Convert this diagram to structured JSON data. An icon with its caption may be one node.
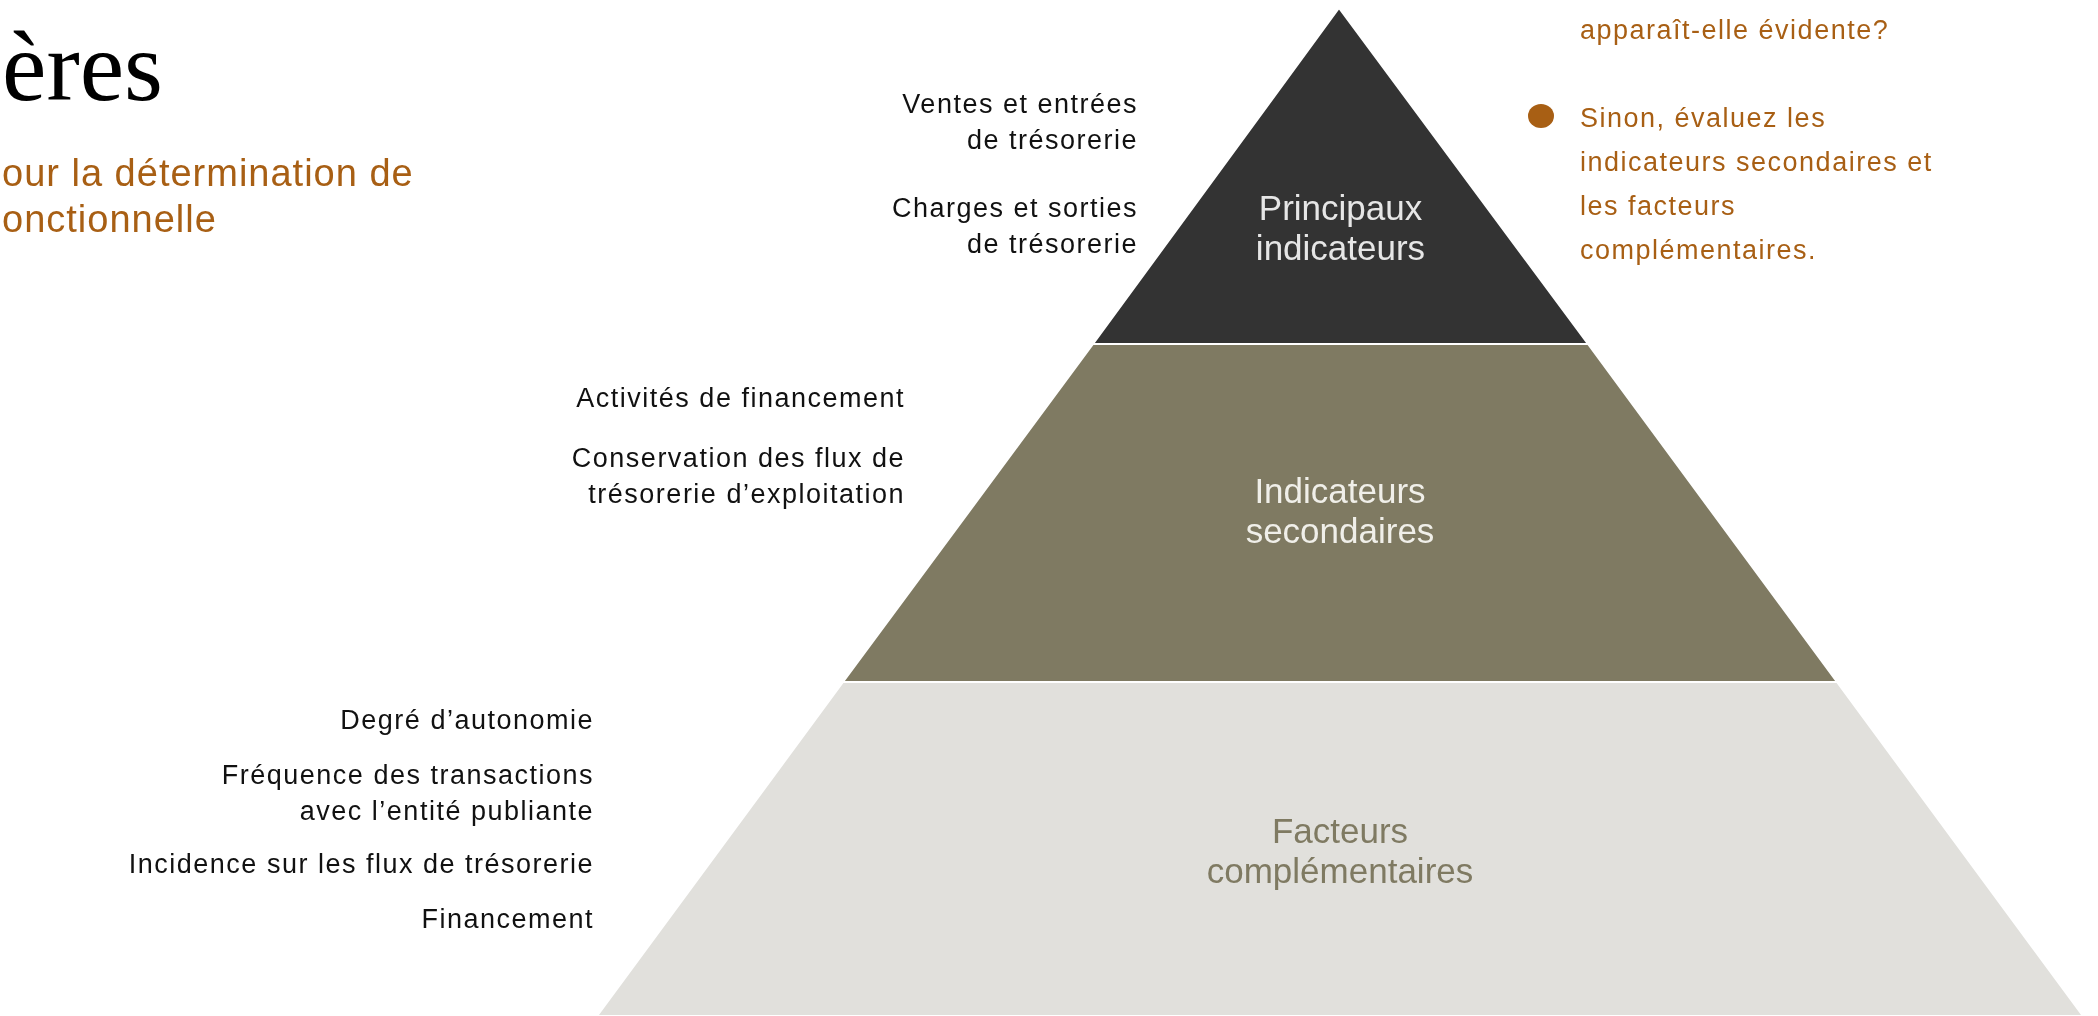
{
  "diagram": {
    "title": "ères",
    "nodes": [
      {
        "text": [
          "Principaux indicateurs"
        ],
        "beside": [
          "Ventes et entrées de trésorerie",
          "Charges et sorties de trésorerie"
        ]
      },
      {
        "text": [
          "Indicateurs secondaires"
        ],
        "beside": [
          "Activités de financement",
          "Conservation des flux de trésorerie d’exploitation"
        ]
      },
      {
        "text": [
          "Facteurs complémentaires"
        ],
        "beside": [
          "Degré d’autonomie",
          "Fréquence des transactions avec l’entité publiante",
          "Incidence sur les flux de trésorerie",
          "Financement"
        ]
      }
    ],
    "edges": [],
    "labels": [
      "our la détermination de onctionnelle",
      "apparaît-elle évidente?",
      "Sinon, évaluez les indicateurs secondaires et les facteurs complémentaires."
    ]
  }
}
